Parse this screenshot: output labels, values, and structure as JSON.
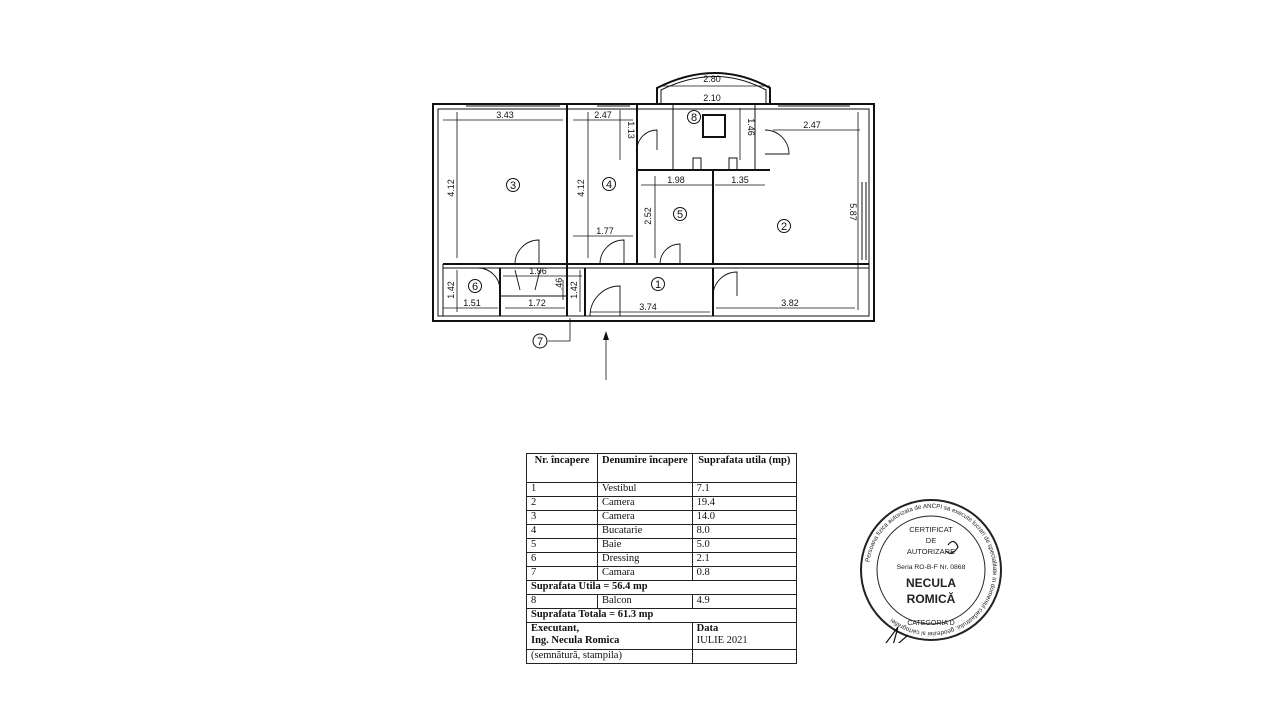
{
  "plan": {
    "dimensions": {
      "balcony_outer": "2.80",
      "balcony_inner": "2.10",
      "balcony_depth": "1.46",
      "r4_top_depth": "1.13",
      "r3_width": "3.43",
      "r3_height": "4.12",
      "r4_width": "2.47",
      "r4_height": "4.12",
      "r4_bottom": "1.77",
      "r2_width": "2.47",
      "r2_height": "5.87",
      "r5_width": "1.98",
      "r5_right": "1.35",
      "r5_height": "2.52",
      "r6_height": "1.42",
      "r7_width": "1.96",
      "corr_left_height": "1.42",
      "r6_width": "1.51",
      "r7_bottom": "1.72",
      "r7_small": ".46",
      "corr_width": "3.74",
      "r2_bottom": "3.82"
    },
    "rooms": [
      "1",
      "2",
      "3",
      "4",
      "5",
      "6",
      "7",
      "8"
    ]
  },
  "table": {
    "headers": {
      "nr": "Nr. încapere",
      "name": "Denumire încapere",
      "area": "Suprafata utila (mp)"
    },
    "rows": [
      {
        "nr": "1",
        "name": "Vestibul",
        "area": "7.1"
      },
      {
        "nr": "2",
        "name": "Camera",
        "area": "19.4"
      },
      {
        "nr": "3",
        "name": "Camera",
        "area": "14.0"
      },
      {
        "nr": "4",
        "name": "Bucatarie",
        "area": "8.0"
      },
      {
        "nr": "5",
        "name": "Baie",
        "area": "5.0"
      },
      {
        "nr": "6",
        "name": "Dressing",
        "area": "2.1"
      },
      {
        "nr": "7",
        "name": "Camara",
        "area": "0.8"
      }
    ],
    "useful_total": "Suprafata Utila = 56.4 mp",
    "balcony": {
      "nr": "8",
      "name": "Balcon",
      "area": "4.9"
    },
    "grand_total": "Suprafata Totala = 61.3 mp",
    "executant_label": "Executant,",
    "executant_name": "Ing. Necula Romica",
    "signature_note": "(semnătură, stampila)",
    "date_label": "Data",
    "date_value": "IULIE 2021"
  },
  "stamp": {
    "line1": "CERTIFICAT",
    "line2": "DE",
    "line3": "AUTORIZARE",
    "series": "Seria RO-B-F Nr. 0868",
    "name1": "NECULA",
    "name2": "ROMICĂ",
    "category": "CATEGORIA D",
    "ring_text": "Persoana fizica autorizata de ANCPI sa execute lucrari de specialitate in domeniul cadastrului, geodeziei si cartografiei"
  }
}
